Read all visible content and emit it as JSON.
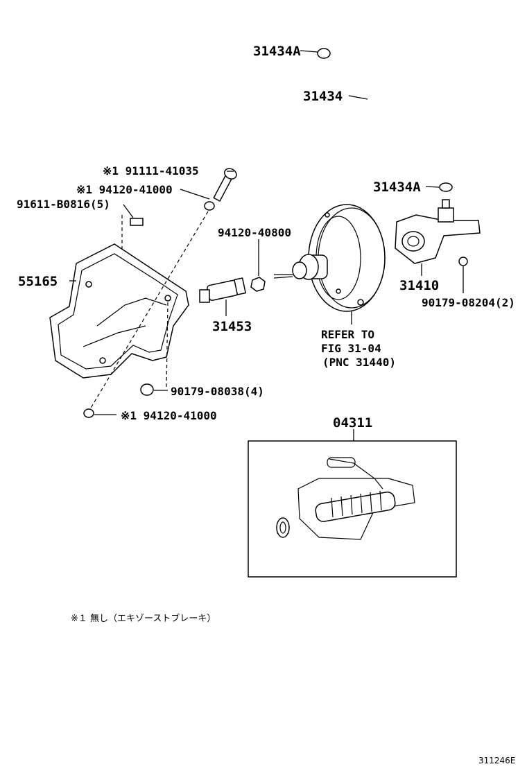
{
  "labels": {
    "p31434A_top": "31434A",
    "p31434": "31434",
    "p31434A_mid": "31434A",
    "p91111": "※1 91111-41035",
    "p94120_top": "※1 94120-41000",
    "p91611": "91611-B0816(5)",
    "p94120_40800": "94120-40800",
    "p55165": "55165",
    "p31410": "31410",
    "p90179_08204": "90179-08204(2)",
    "p31453": "31453",
    "refer_1": "REFER TO",
    "refer_2": "FIG 31-04",
    "refer_3": "(PNC 31440)",
    "p90179_08038": "90179-08038(4)",
    "p94120_bottom": "※1 94120-41000",
    "p04311": "04311"
  },
  "footnote": "※１ 無し（エキゾーストブレーキ）",
  "figure_code": "311246E"
}
